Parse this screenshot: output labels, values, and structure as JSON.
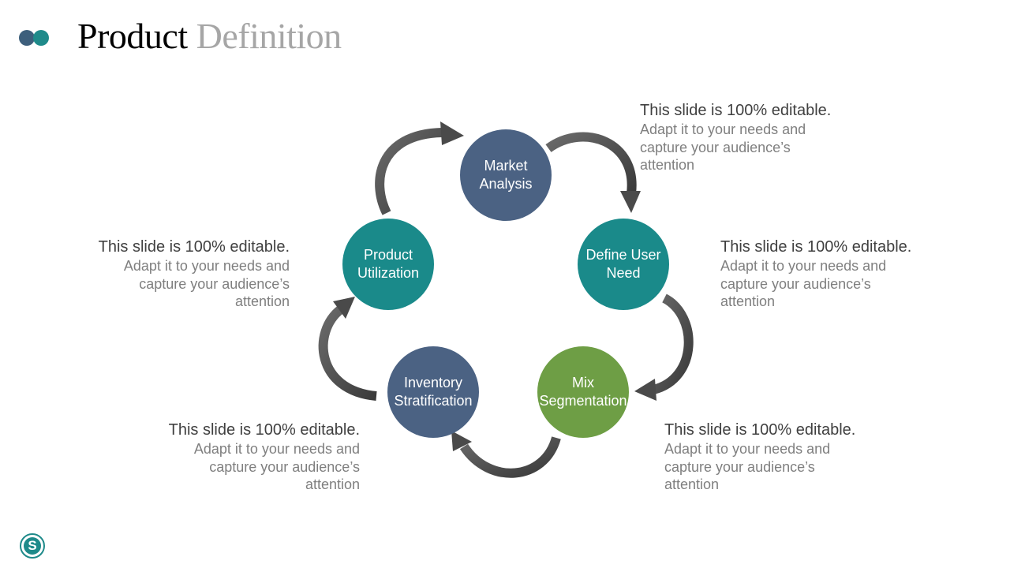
{
  "colors": {
    "dot_primary": "#3d5f7c",
    "dot_secondary": "#1f8a8a",
    "slate_blue": "#4b6283",
    "teal": "#1a8a8a",
    "green": "#6e9e45",
    "arrow": "#4a4a4a"
  },
  "title": {
    "part1": "Product",
    "part2": "Definition"
  },
  "nodes": [
    {
      "id": "market-analysis",
      "line1": "Market",
      "line2": "Analysis",
      "color": "#4b6283"
    },
    {
      "id": "define-user-need",
      "line1": "Define User",
      "line2": "Need",
      "color": "#1a8a8a"
    },
    {
      "id": "mix-segmentation",
      "line1": "Mix",
      "line2": "Segmentation",
      "color": "#6e9e45"
    },
    {
      "id": "inventory-stratification",
      "line1": "Inventory",
      "line2": "Stratification",
      "color": "#4b6283"
    },
    {
      "id": "product-utilization",
      "line1": "Product",
      "line2": "Utilization",
      "color": "#1a8a8a"
    }
  ],
  "callouts": [
    {
      "head": "This slide is 100% editable.",
      "body": "Adapt it to your needs and\ncapture your audience’s\nattention"
    },
    {
      "head": "This slide is 100% editable.",
      "body": "Adapt it to your needs and\ncapture your audience’s\nattention"
    },
    {
      "head": "This slide is 100% editable.",
      "body": "Adapt it to your needs and\ncapture your audience’s\nattention"
    },
    {
      "head": "This slide is 100% editable.",
      "body": "Adapt it to your needs and\ncapture your audience’s\nattention"
    },
    {
      "head": "This slide is 100% editable.",
      "body": "Adapt it to your needs and\ncapture your audience’s\nattention"
    }
  ],
  "logo": {
    "letter": "S",
    "icon": "brand-logo-icon"
  }
}
